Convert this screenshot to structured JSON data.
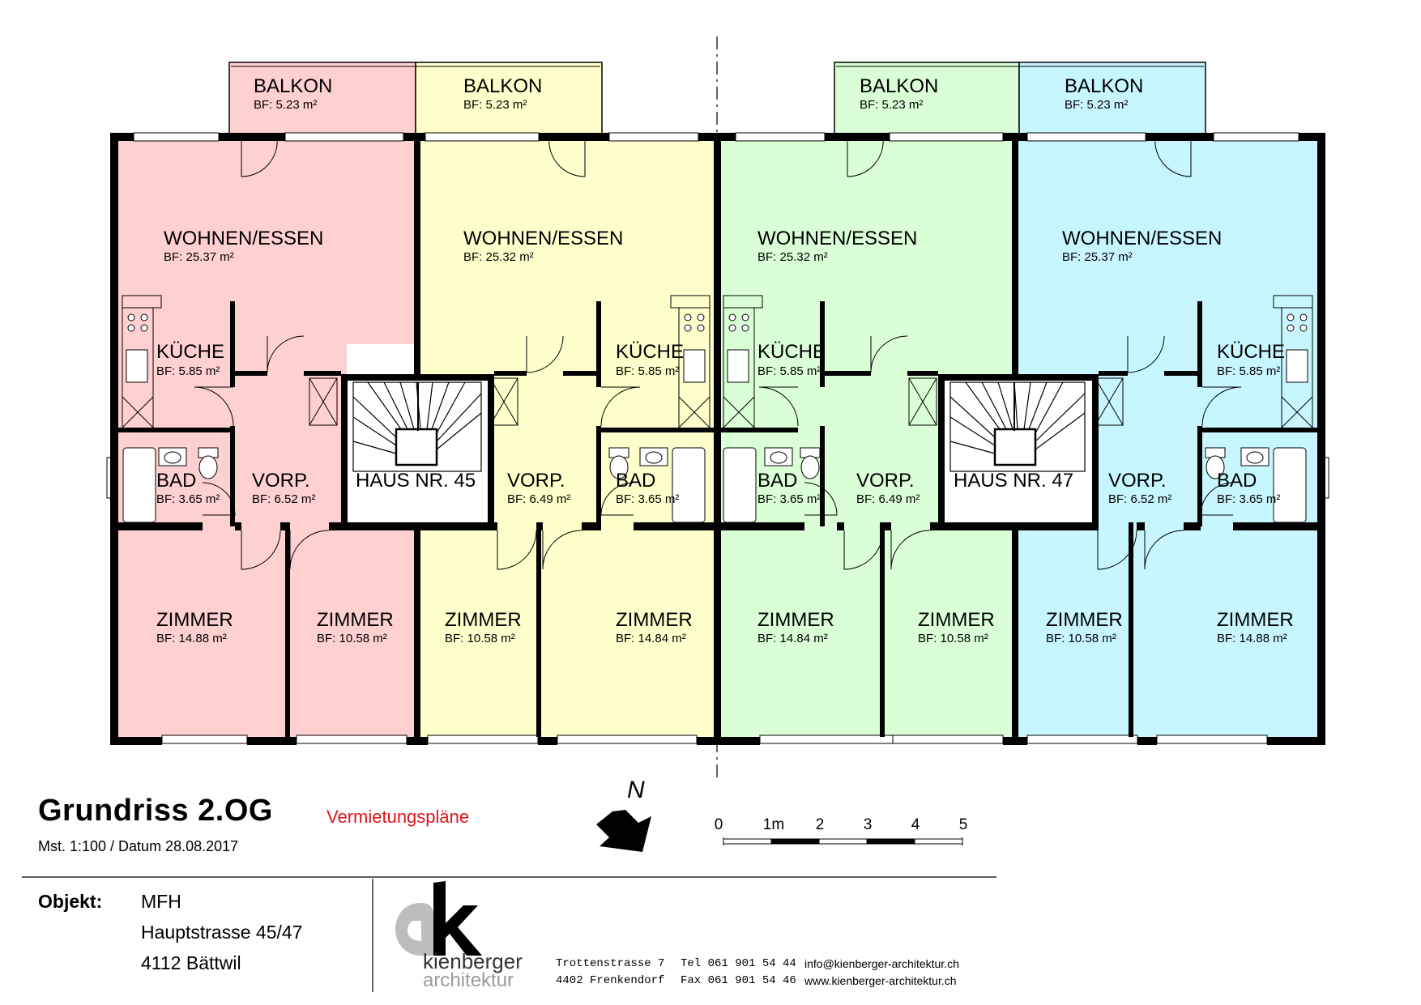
{
  "rooms": [
    {
      "name": "BALKON",
      "area": "BF:  5.23 m²"
    },
    {
      "name": "BALKON",
      "area": "BF:  5.23 m²"
    },
    {
      "name": "BALKON",
      "area": "BF:  5.23 m²"
    },
    {
      "name": "BALKON",
      "area": "BF:  5.23 m²"
    },
    {
      "name": "WOHNEN/ESSEN",
      "area": "BF:  25.37 m²"
    },
    {
      "name": "WOHNEN/ESSEN",
      "area": "BF:  25.32 m²"
    },
    {
      "name": "WOHNEN/ESSEN",
      "area": "BF:  25.32 m²"
    },
    {
      "name": "WOHNEN/ESSEN",
      "area": "BF:  25.37 m²"
    },
    {
      "name": "KÜCHE",
      "area": "BF:  5.85 m²"
    },
    {
      "name": "KÜCHE",
      "area": "BF:  5.85 m²"
    },
    {
      "name": "KÜCHE",
      "area": "BF:  5.85 m²"
    },
    {
      "name": "KÜCHE",
      "area": "BF:  5.85 m²"
    },
    {
      "name": "BAD",
      "area": "BF:  3.65 m²"
    },
    {
      "name": "VORP.",
      "area": "BF:  6.52 m²"
    },
    {
      "name": "HAUS NR. 45",
      "area": ""
    },
    {
      "name": "VORP.",
      "area": "BF:  6.49 m²"
    },
    {
      "name": "BAD",
      "area": "BF:  3.65 m²"
    },
    {
      "name": "BAD",
      "area": "BF:  3.65 m²"
    },
    {
      "name": "VORP.",
      "area": "BF:  6.49 m²"
    },
    {
      "name": "HAUS NR. 47",
      "area": ""
    },
    {
      "name": "VORP.",
      "area": "BF:  6.52 m²"
    },
    {
      "name": "BAD",
      "area": "BF:  3.65 m²"
    },
    {
      "name": "ZIMMER",
      "area": "BF:  14.88 m²"
    },
    {
      "name": "ZIMMER",
      "area": "BF:  10.58 m²"
    },
    {
      "name": "ZIMMER",
      "area": "BF:  10.58 m²"
    },
    {
      "name": "ZIMMER",
      "area": "BF:  14.84 m²"
    },
    {
      "name": "ZIMMER",
      "area": "BF:  14.84 m²"
    },
    {
      "name": "ZIMMER",
      "area": "BF:  10.58 m²"
    },
    {
      "name": "ZIMMER",
      "area": "BF:  10.58 m²"
    },
    {
      "name": "ZIMMER",
      "area": "BF:  14.88 m²"
    }
  ],
  "colors": {
    "unit1": "#ffd0d0",
    "unit2": "#ffffcc",
    "unit3": "#daffd6",
    "unit4": "#c8f6ff",
    "wall": "#000000",
    "accent": "#e0141e"
  },
  "north_label": "N",
  "scale_bar": {
    "labels": [
      "0",
      "1m",
      "2",
      "3",
      "4",
      "5"
    ]
  },
  "title_block": {
    "title": "Grundriss  2.OG",
    "subtitle": "Vermietungspläne",
    "scale_date": "Mst. 1:100 / Datum 28.08.2017",
    "object_label": "Objekt:",
    "object_lines": [
      "MFH",
      "Hauptstrasse  45/47",
      "4112  Bättwil"
    ]
  },
  "company": {
    "name": "kienberger",
    "subtitle": "architektur",
    "address": [
      "Trottenstrasse  7",
      "4402  Frenkendorf"
    ],
    "phone": [
      "Tel  061 901 54 44",
      "Fax  061 901 54 46"
    ],
    "web": [
      "info@kienberger-architektur.ch",
      "www.kienberger-architektur.ch"
    ]
  }
}
